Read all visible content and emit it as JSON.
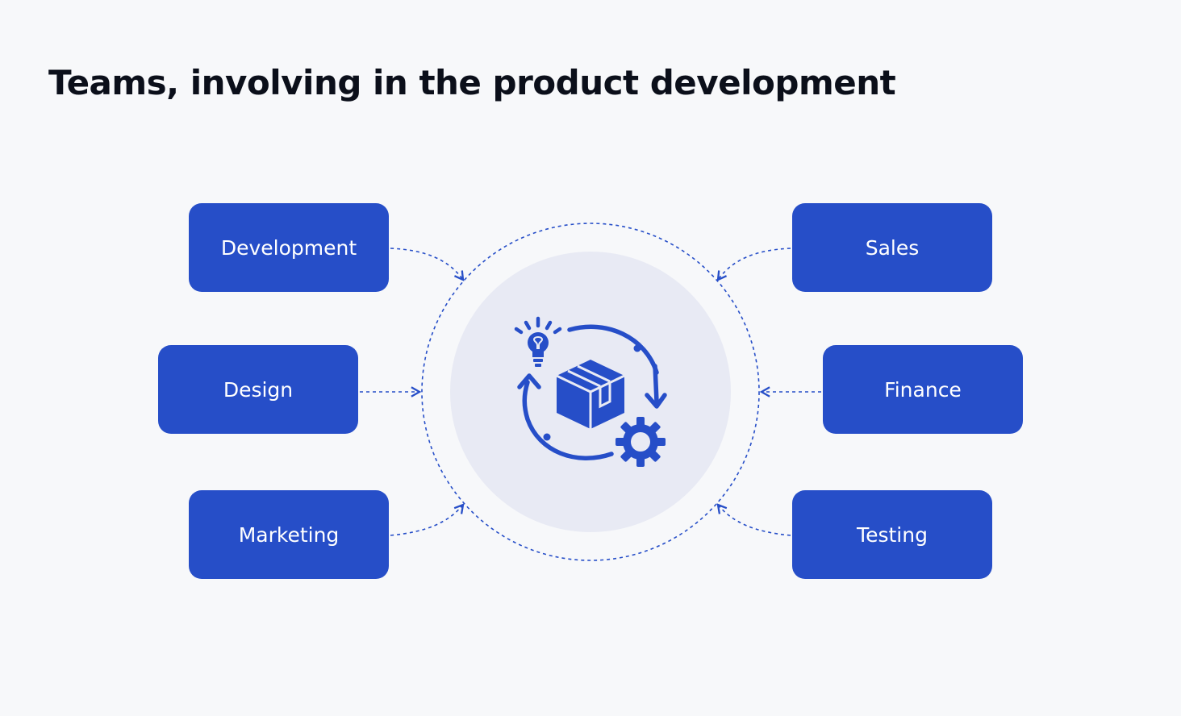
{
  "title": "Teams, involving in the product development",
  "colors": {
    "background": "#f7f8fa",
    "accent": "#264ec8",
    "inner_circle": "#e8eaf4",
    "text_dark": "#0b0f1a",
    "text_light": "#ffffff"
  },
  "center": {
    "icon": "product-development-cycle-icon",
    "components": [
      "lightbulb-icon",
      "package-box-icon",
      "gear-icon",
      "cycle-arrows-icon"
    ]
  },
  "teams_left": [
    {
      "label": "Development"
    },
    {
      "label": "Design"
    },
    {
      "label": "Marketing"
    }
  ],
  "teams_right": [
    {
      "label": "Sales"
    },
    {
      "label": "Finance"
    },
    {
      "label": "Testing"
    }
  ]
}
